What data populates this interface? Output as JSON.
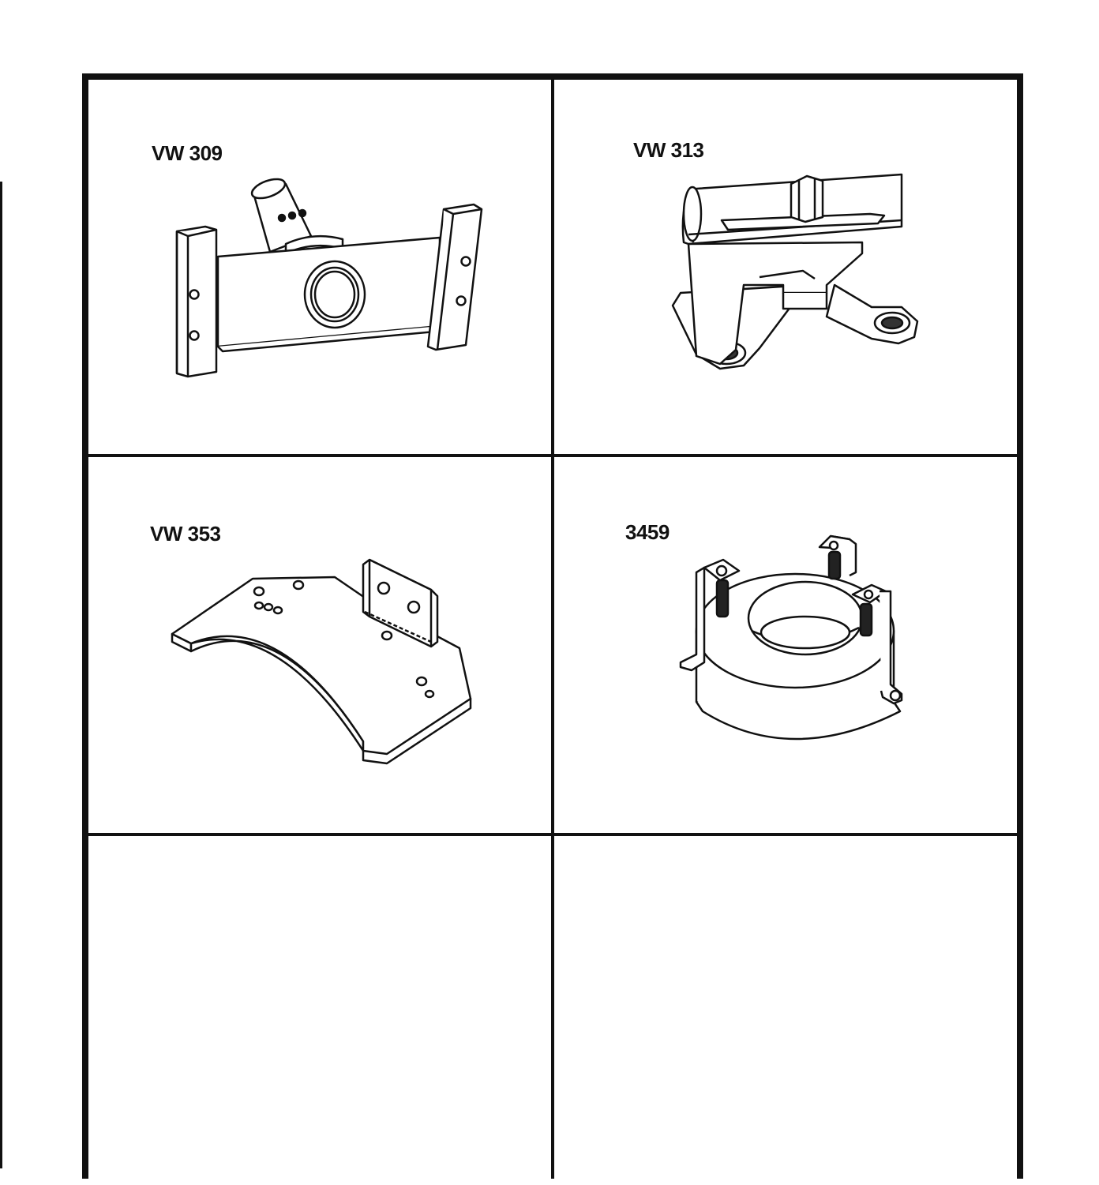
{
  "tools": [
    {
      "part_number": "VW 309",
      "icon": "vw-309-tool-icon"
    },
    {
      "part_number": "VW 313",
      "icon": "vw-313-tool-icon"
    },
    {
      "part_number": "VW 353",
      "icon": "vw-353-tool-icon"
    },
    {
      "part_number": "3459",
      "icon": "3459-tool-icon"
    }
  ]
}
